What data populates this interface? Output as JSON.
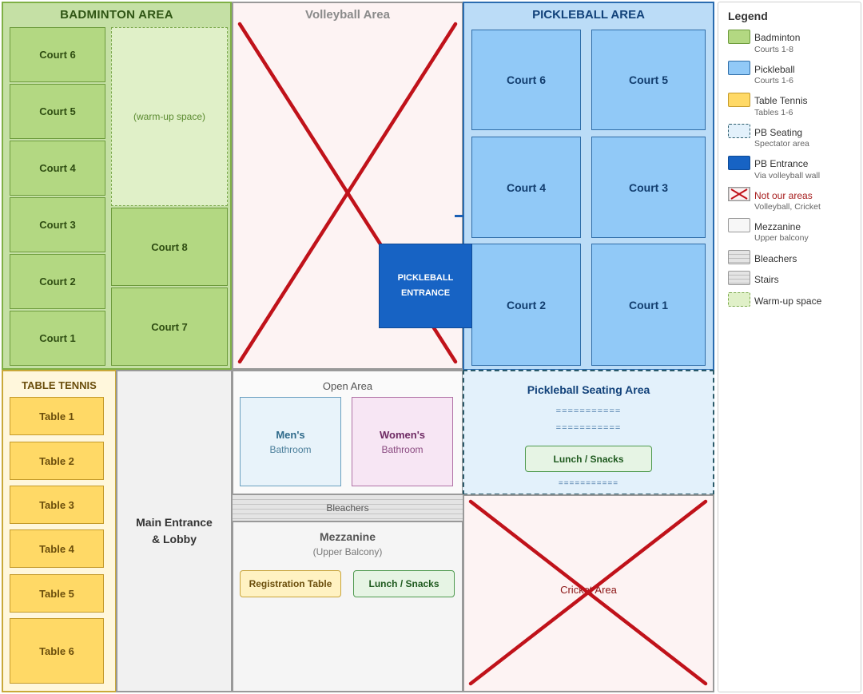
{
  "badminton": {
    "title": "BADMINTON AREA",
    "courts_left": [
      "Court 6",
      "Court 5",
      "Court 4",
      "Court 3",
      "Court 2",
      "Court 1"
    ],
    "courts_right": [
      "Court 8",
      "Court 7"
    ],
    "warmup": "(warm-up space)"
  },
  "volleyball": {
    "title": "Volleyball Area"
  },
  "pickleball": {
    "title": "PICKLEBALL AREA",
    "courts": [
      "Court 6",
      "Court 5",
      "Court 4",
      "Court 3",
      "Court 2",
      "Court 1"
    ],
    "entrance": [
      "PICKLEBALL",
      "ENTRANCE"
    ]
  },
  "table_tennis": {
    "title": "TABLE TENNIS",
    "tables": [
      "Table 1",
      "Table 2",
      "Table 3",
      "Table 4",
      "Table 5",
      "Table 6"
    ]
  },
  "lobby": {
    "lines": [
      "Main Entrance",
      "& Lobby"
    ]
  },
  "open_area": {
    "title": "Open Area",
    "mens": {
      "title": "Men's",
      "sub": "Bathroom"
    },
    "womens": {
      "title": "Women's",
      "sub": "Bathroom"
    }
  },
  "bleachers": {
    "label": "Bleachers"
  },
  "mezzanine": {
    "title": "Mezzanine",
    "subtitle": "(Upper Balcony)",
    "registration": "Registration Table",
    "lunch": "Lunch / Snacks"
  },
  "pb_seating": {
    "title": "Pickleball Seating Area",
    "rows": [
      "===========",
      "===========",
      "==========="
    ],
    "lunch": "Lunch / Snacks"
  },
  "cricket": {
    "label": "Cricket Area"
  },
  "colors": {
    "cross": "#c0121a",
    "entrance": "#1763c4"
  },
  "legend": {
    "title": "Legend",
    "items": [
      {
        "label": "Badminton",
        "sub": "Courts 1-8",
        "swatch": "badminton"
      },
      {
        "label": "Pickleball",
        "sub": "Courts 1-6",
        "swatch": "pickleball"
      },
      {
        "label": "Table Tennis",
        "sub": "Tables 1-6",
        "swatch": "table-tennis"
      },
      {
        "label": "PB Seating",
        "sub": "Spectator area",
        "swatch": "pb-seating"
      },
      {
        "label": "PB Entrance",
        "sub": "Via volleyball wall",
        "swatch": "pb-entrance"
      },
      {
        "label": "Not our areas",
        "sub": "Volleyball, Cricket",
        "swatch": "not-our-areas"
      },
      {
        "label": "Mezzanine",
        "sub": "Upper balcony",
        "swatch": "mezzanine"
      },
      {
        "label": "Bleachers",
        "sub": "",
        "swatch": "bleachers"
      },
      {
        "label": "Stairs",
        "sub": "",
        "swatch": "stairs"
      },
      {
        "label": "Warm-up space",
        "sub": "",
        "swatch": "warm-up"
      }
    ]
  }
}
